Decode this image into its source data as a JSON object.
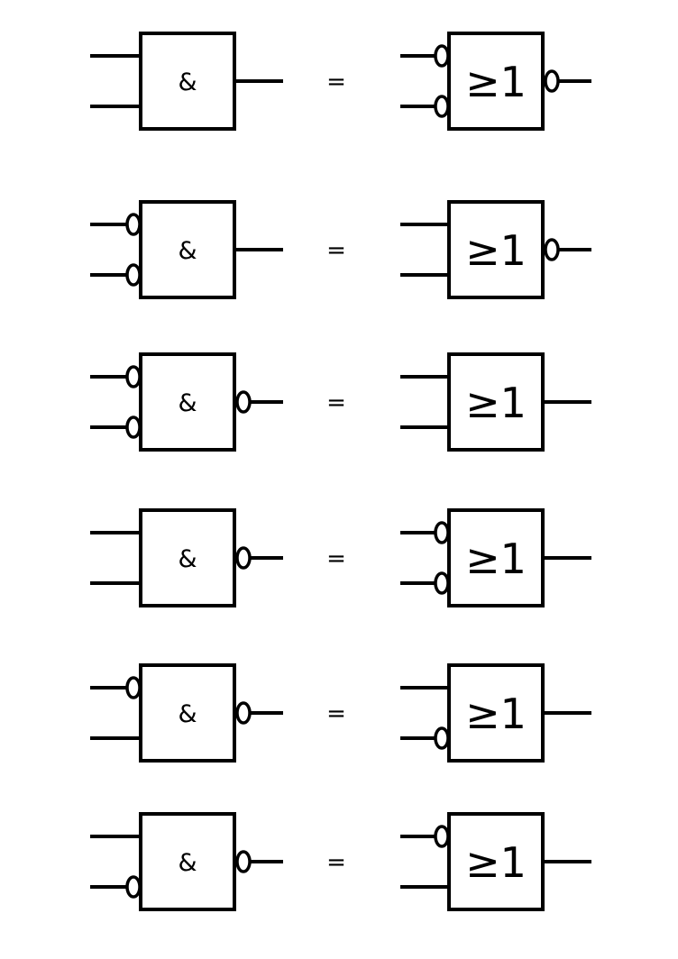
{
  "diagram": {
    "rows": [
      {
        "left": {
          "label": "&",
          "inputs": [
            {
              "inverted": false
            },
            {
              "inverted": false
            }
          ],
          "output_inverted": false
        },
        "equals": "=",
        "right": {
          "label": "≥1",
          "inputs": [
            {
              "inverted": true
            },
            {
              "inverted": true
            }
          ],
          "output_inverted": true
        }
      },
      {
        "left": {
          "label": "&",
          "inputs": [
            {
              "inverted": true
            },
            {
              "inverted": true
            }
          ],
          "output_inverted": false
        },
        "equals": "=",
        "right": {
          "label": "≥1",
          "inputs": [
            {
              "inverted": false
            },
            {
              "inverted": false
            }
          ],
          "output_inverted": true
        }
      },
      {
        "left": {
          "label": "&",
          "inputs": [
            {
              "inverted": true
            },
            {
              "inverted": true
            }
          ],
          "output_inverted": true
        },
        "equals": "=",
        "right": {
          "label": "≥1",
          "inputs": [
            {
              "inverted": false
            },
            {
              "inverted": false
            }
          ],
          "output_inverted": false
        }
      },
      {
        "left": {
          "label": "&",
          "inputs": [
            {
              "inverted": false
            },
            {
              "inverted": false
            }
          ],
          "output_inverted": true
        },
        "equals": "=",
        "right": {
          "label": "≥1",
          "inputs": [
            {
              "inverted": true
            },
            {
              "inverted": true
            }
          ],
          "output_inverted": false
        }
      },
      {
        "left": {
          "label": "&",
          "inputs": [
            {
              "inverted": true
            },
            {
              "inverted": false
            }
          ],
          "output_inverted": true
        },
        "equals": "=",
        "right": {
          "label": "≥1",
          "inputs": [
            {
              "inverted": false
            },
            {
              "inverted": true
            }
          ],
          "output_inverted": false
        }
      },
      {
        "left": {
          "label": "&",
          "inputs": [
            {
              "inverted": false
            },
            {
              "inverted": true
            }
          ],
          "output_inverted": true
        },
        "equals": "=",
        "right": {
          "label": "≥1",
          "inputs": [
            {
              "inverted": true
            },
            {
              "inverted": false
            }
          ],
          "output_inverted": false
        }
      }
    ]
  }
}
